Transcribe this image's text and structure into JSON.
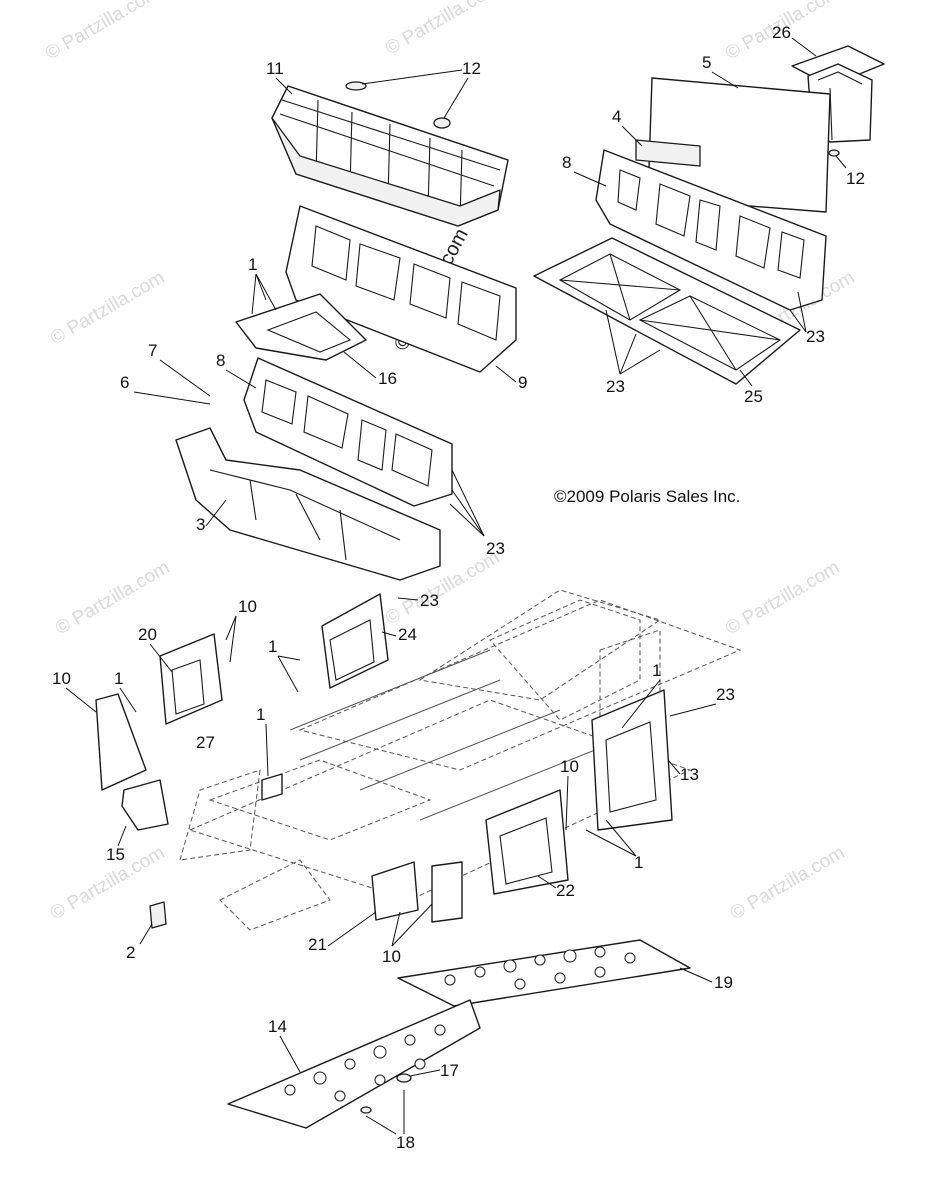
{
  "watermark": {
    "text": "© Partzilla.com",
    "center_text": "© Partzilla.com"
  },
  "copyright": "©2009 Polaris Sales Inc.",
  "callouts": [
    "11",
    "12",
    "26",
    "5",
    "4",
    "8",
    "12",
    "1",
    "16",
    "9",
    "7",
    "6",
    "8",
    "23",
    "23",
    "25",
    "3",
    "23",
    "23",
    "10",
    "20",
    "1",
    "24",
    "10",
    "1",
    "27",
    "1",
    "23",
    "1",
    "13",
    "15",
    "10",
    "22",
    "1",
    "21",
    "10",
    "2",
    "19",
    "14",
    "17",
    "18"
  ],
  "colors": {
    "line": "#1a1a1a",
    "watermark": "#d9d9d9",
    "background": "#ffffff"
  }
}
